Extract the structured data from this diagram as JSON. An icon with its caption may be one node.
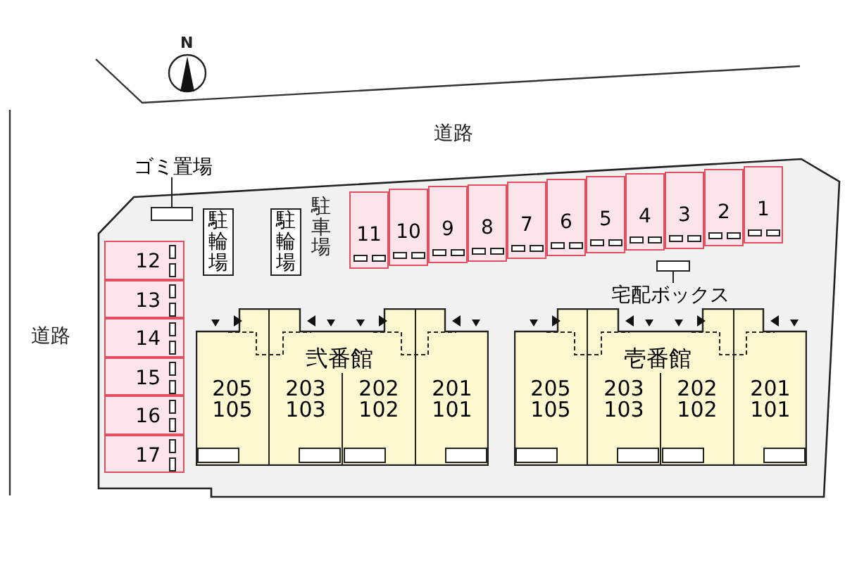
{
  "diagram": {
    "nodes": [
      {
        "text": [
          "ゴミ置場"
        ]
      },
      {
        "text": [],
        "shape": "box"
      },
      {
        "text": [
          "駐輪場"
        ]
      },
      {
        "text": [
          "駐輪場"
        ]
      },
      {
        "text": [
          "11"
        ]
      },
      {
        "text": [
          "10"
        ]
      },
      {
        "text": [
          "9"
        ]
      },
      {
        "text": [
          "8"
        ]
      },
      {
        "text": [
          "7"
        ]
      },
      {
        "text": [
          "6"
        ]
      },
      {
        "text": [
          "5"
        ]
      },
      {
        "text": [
          "4"
        ]
      },
      {
        "text": [
          "3"
        ]
      },
      {
        "text": [
          "2"
        ]
      },
      {
        "text": [
          "1"
        ]
      },
      {
        "text": [
          "宅配ボックス"
        ]
      },
      {
        "text": [],
        "shape": "box"
      },
      {
        "text": [
          "12"
        ]
      },
      {
        "text": [
          "13"
        ]
      },
      {
        "text": [
          "14"
        ]
      },
      {
        "text": [
          "15"
        ]
      },
      {
        "text": [
          "16"
        ]
      },
      {
        "text": [
          "17"
        ]
      },
      {
        "text": [
          "弐番館"
        ]
      },
      {
        "text": [
          "205",
          "105"
        ],
        "in": 23
      },
      {
        "text": [
          "203",
          "103"
        ],
        "in": 23
      },
      {
        "text": [
          "202",
          "102"
        ],
        "in": 23
      },
      {
        "text": [
          "201",
          "101"
        ],
        "in": 23
      },
      {
        "text": [
          "壱番館"
        ]
      },
      {
        "text": [
          "205",
          "105"
        ],
        "in": 28
      },
      {
        "text": [
          "203",
          "103"
        ],
        "in": 28
      },
      {
        "text": [
          "202",
          "102"
        ],
        "in": 28
      },
      {
        "text": [
          "201",
          "101"
        ],
        "in": 28
      }
    ],
    "edges": [
      {
        "from": 0,
        "to": 1,
        "arrow": "none"
      },
      {
        "from": 15,
        "to": 16,
        "arrow": "none"
      }
    ],
    "labels": [
      "N",
      "道路",
      "駐車場",
      "道路"
    ]
  }
}
